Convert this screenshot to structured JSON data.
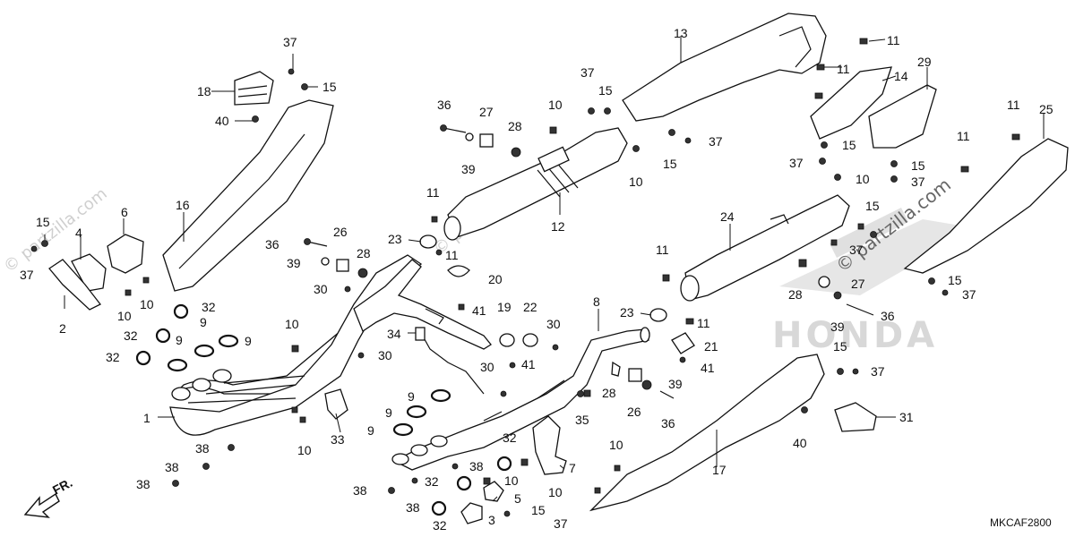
{
  "diagram": {
    "part_code": "MKCAF2800",
    "front_indicator": "FR.",
    "watermark": "© partzilla.com",
    "brand_mark": "HONDA",
    "callouts": [
      "1",
      "2",
      "3",
      "4",
      "5",
      "6",
      "7",
      "8",
      "9",
      "10",
      "11",
      "12",
      "13",
      "14",
      "15",
      "16",
      "17",
      "18",
      "19",
      "20",
      "21",
      "22",
      "23",
      "24",
      "25",
      "26",
      "27",
      "28",
      "29",
      "30",
      "31",
      "32",
      "33",
      "34",
      "35",
      "36",
      "37",
      "38",
      "39",
      "40",
      "41"
    ]
  }
}
